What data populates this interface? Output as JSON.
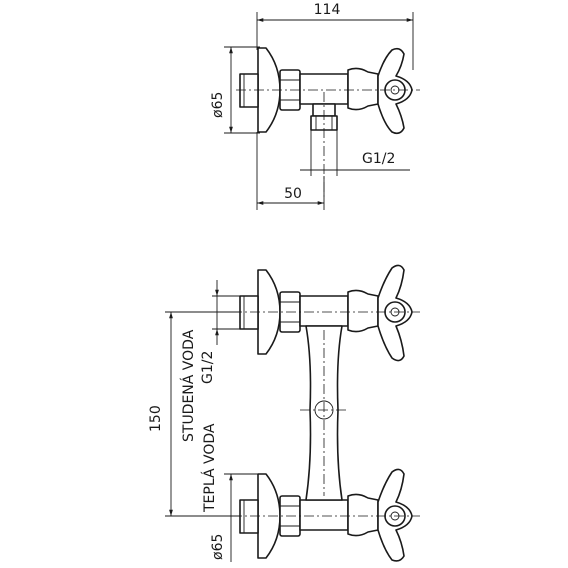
{
  "top_view": {
    "dim_width": "114",
    "dim_diameter": "ø65",
    "dim_thread": "G1/2",
    "dim_offset": "50"
  },
  "front_view": {
    "dim_spacing": "150",
    "label_cold": "STUDENÁ VODA",
    "label_cold_thread": "G1/2",
    "label_hot": "TEPLÁ VODA",
    "dim_diameter": "ø65"
  }
}
